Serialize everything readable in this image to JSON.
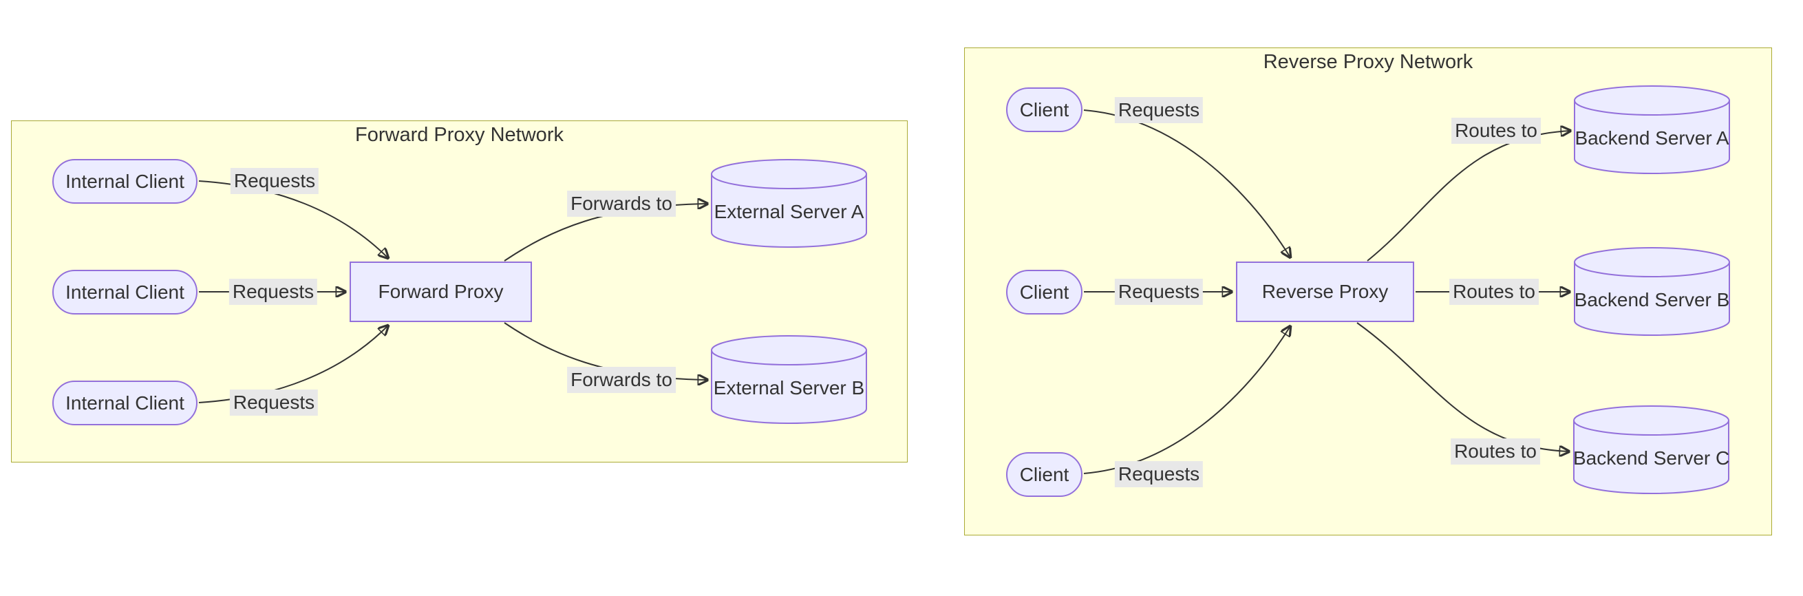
{
  "forward": {
    "title": "Forward Proxy Network",
    "nodes": {
      "client1": "Internal Client",
      "client2": "Internal Client",
      "client3": "Internal Client",
      "proxy": "Forward Proxy",
      "server_a": "External Server A",
      "server_b": "External Server B"
    },
    "edge_labels": {
      "req1": "Requests",
      "req2": "Requests",
      "req3": "Requests",
      "fwd_a": "Forwards to",
      "fwd_b": "Forwards to"
    }
  },
  "reverse": {
    "title": "Reverse Proxy Network",
    "nodes": {
      "client1": "Client",
      "client2": "Client",
      "client3": "Client",
      "proxy": "Reverse Proxy",
      "server_a": "Backend Server A",
      "server_b": "Backend Server B",
      "server_c": "Backend Server C"
    },
    "edge_labels": {
      "req1": "Requests",
      "req2": "Requests",
      "req3": "Requests",
      "routes_a": "Routes to",
      "routes_b": "Routes to",
      "routes_c": "Routes to"
    }
  },
  "colors": {
    "cluster_fill": "#ffffde",
    "cluster_border": "#aaaa33",
    "node_fill": "#ececff",
    "node_border": "#9370db",
    "edge_label_bg": "#e8e8e8",
    "edge_stroke": "#333333",
    "text": "#333333",
    "page_bg": "#ffffff"
  }
}
